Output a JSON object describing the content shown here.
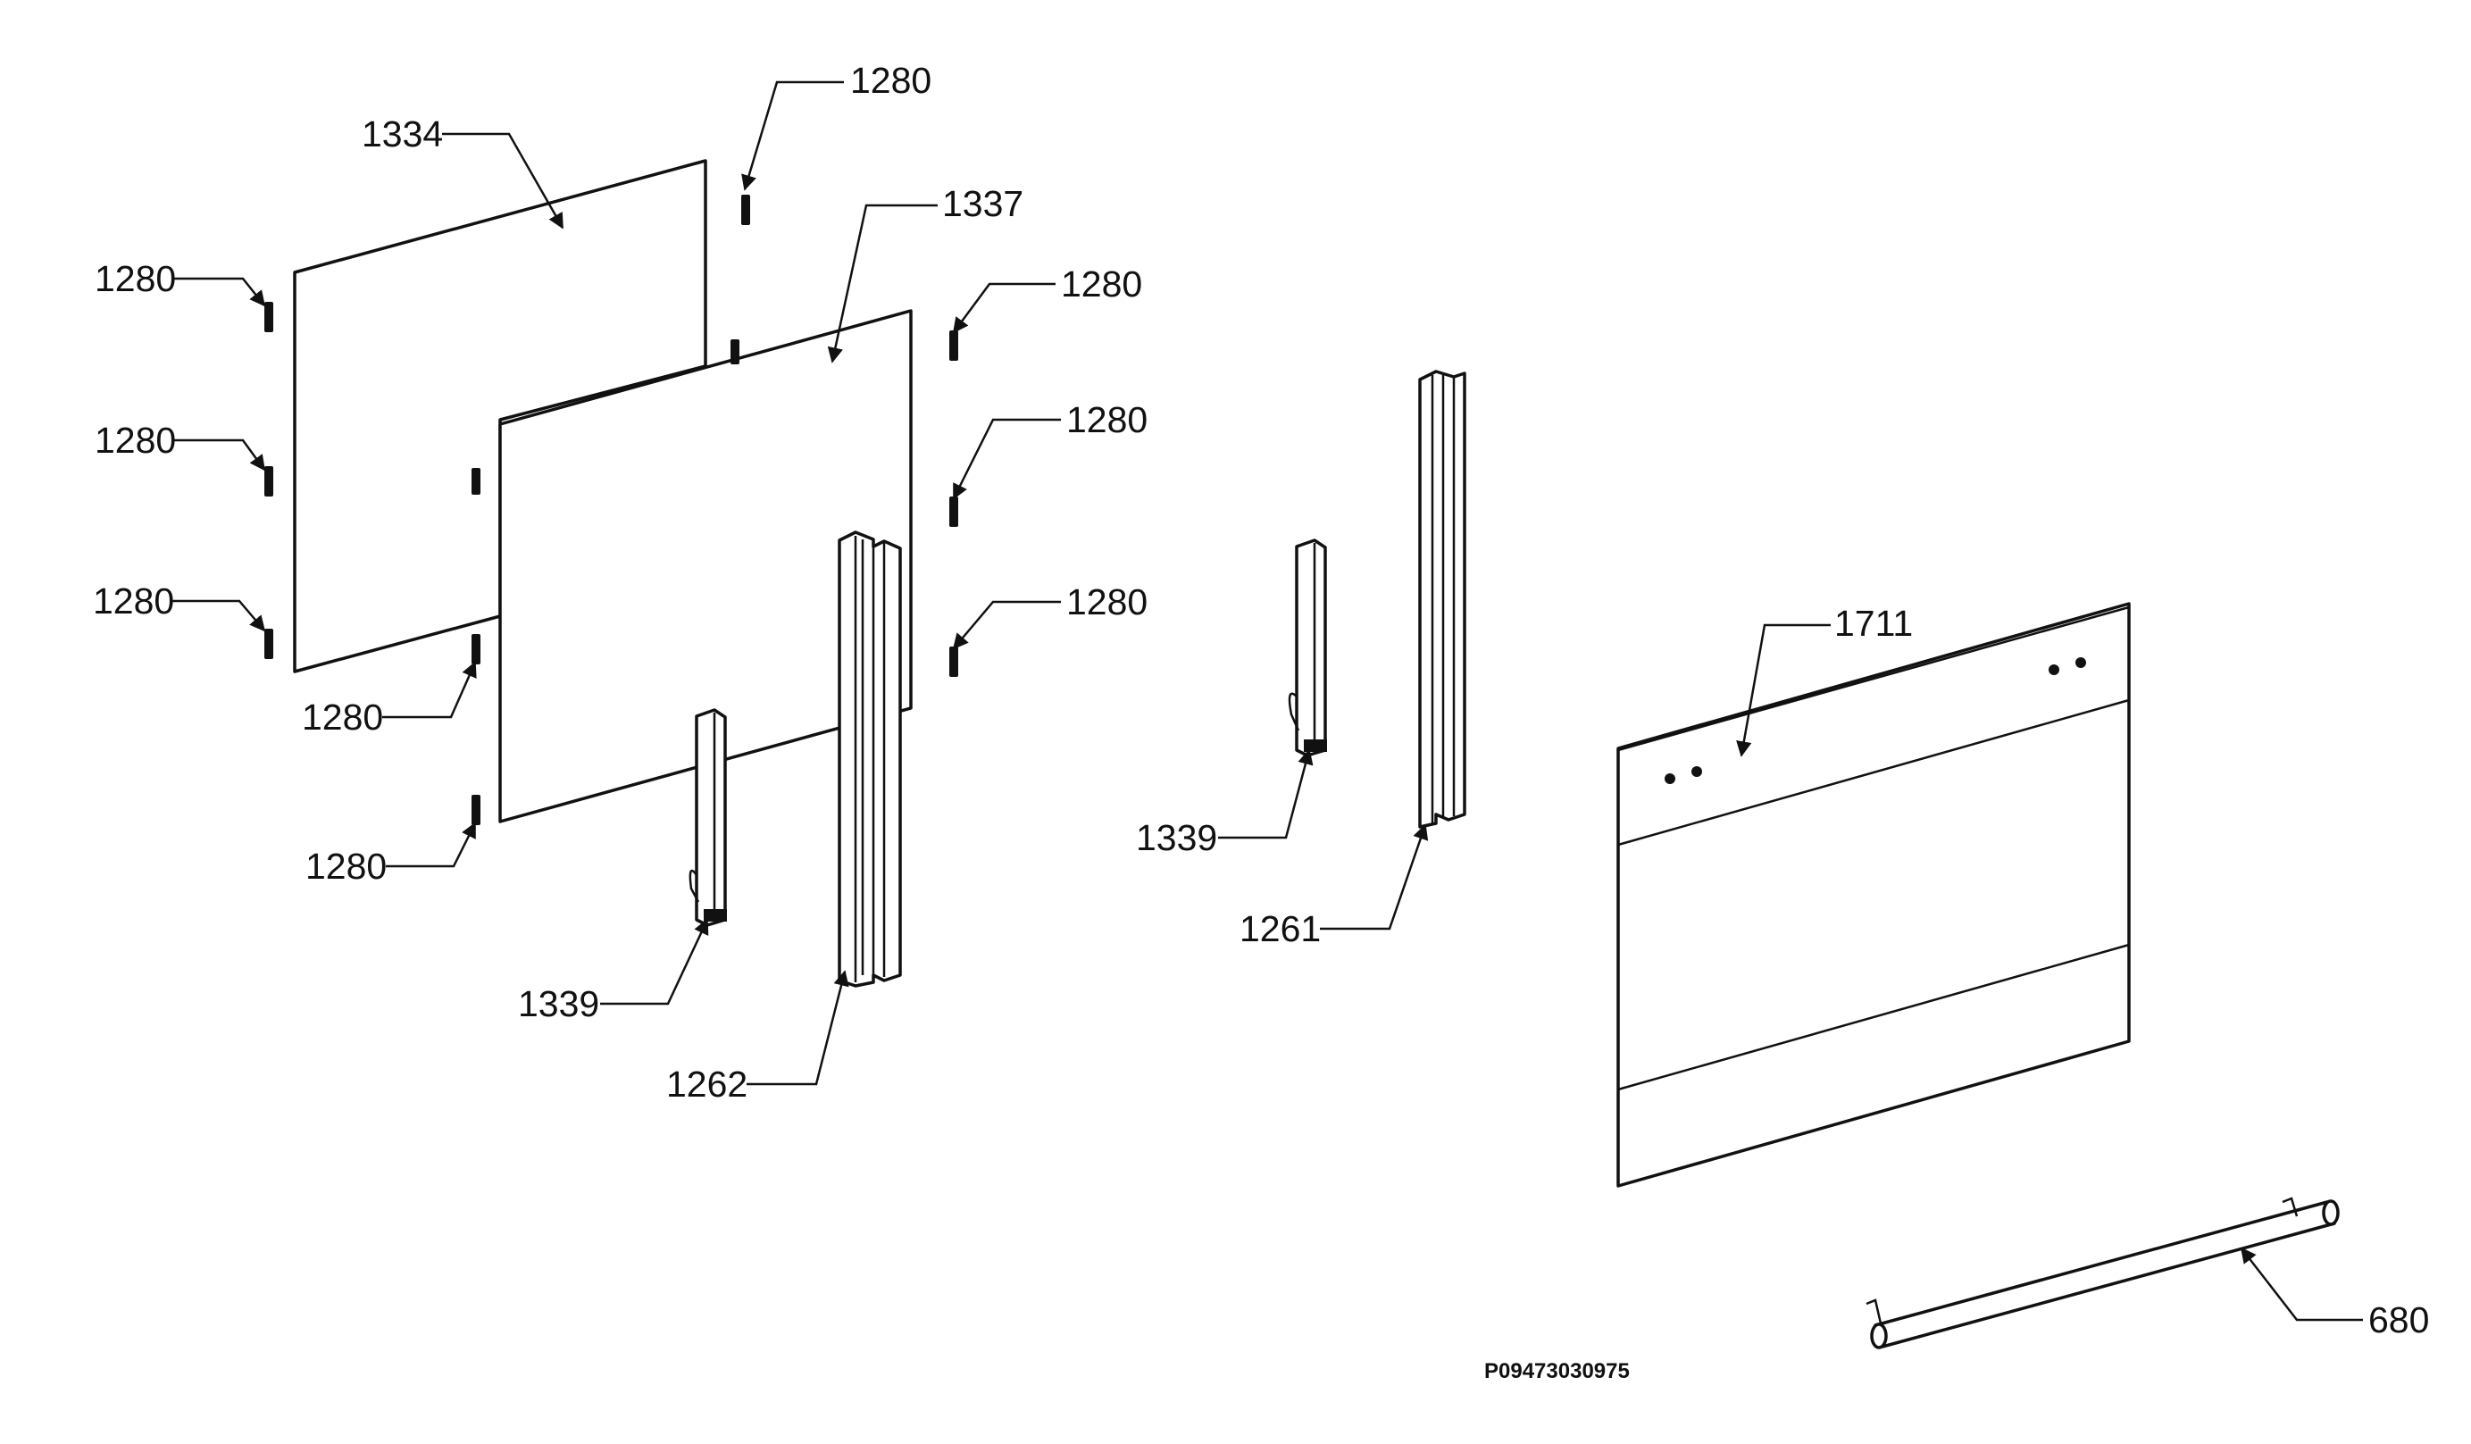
{
  "drawing_code": "P09473030975",
  "callouts": {
    "c1334": "1334",
    "c1337": "1337",
    "c1280_top": "1280",
    "c1280_l1": "1280",
    "c1280_l2": "1280",
    "c1280_l3": "1280",
    "c1280_l4": "1280",
    "c1280_l5": "1280",
    "c1280_r1": "1280",
    "c1280_r2": "1280",
    "c1280_r3": "1280",
    "c1339_a": "1339",
    "c1262": "1262",
    "c1339_b": "1339",
    "c1261": "1261",
    "c1711": "1711",
    "c680": "680"
  }
}
